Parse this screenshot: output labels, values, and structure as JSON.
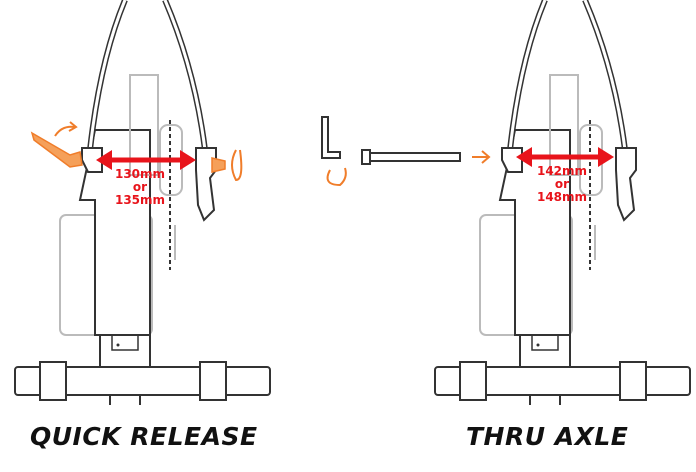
{
  "panels": [
    {
      "title": "QUICK RELEASE",
      "measurement": {
        "line1": "130mm",
        "line2": "or",
        "line3": "135mm"
      }
    },
    {
      "title": "THRU AXLE",
      "measurement": {
        "line1": "142mm",
        "line2": "or",
        "line3": "148mm"
      }
    }
  ],
  "colors": {
    "measurement": "#e8141b",
    "action": "#f07d2a",
    "line": "#333333",
    "light_line": "#bbbbbb"
  }
}
